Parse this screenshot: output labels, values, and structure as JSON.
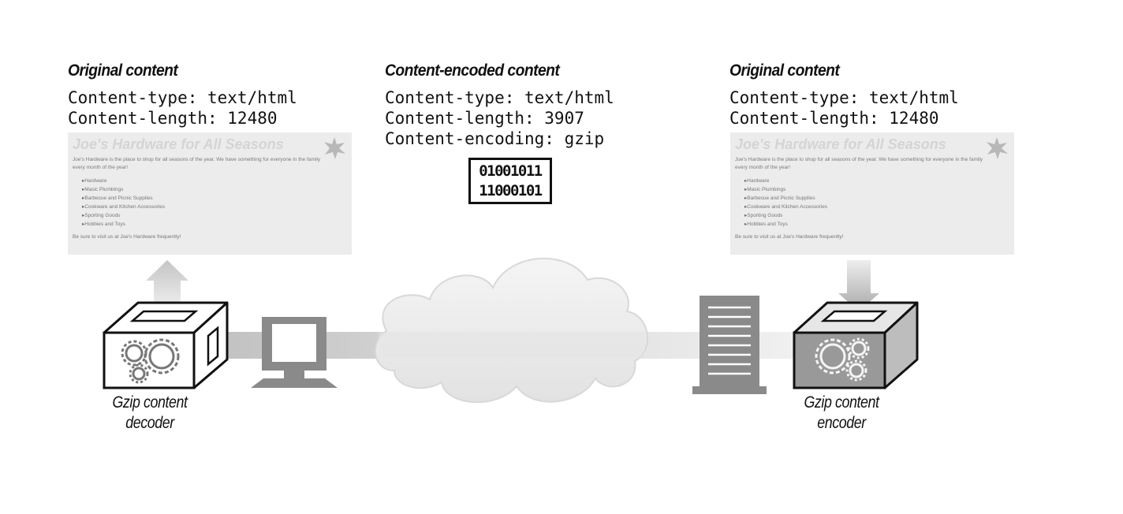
{
  "left_panel": {
    "heading": "Original content",
    "headers": [
      "Content-type: text/html",
      "Content-length: 12480"
    ]
  },
  "middle_panel": {
    "heading": "Content-encoded content",
    "headers": [
      "Content-type: text/html",
      "Content-length: 3907",
      "Content-encoding: gzip"
    ],
    "binary": [
      "01001011",
      "11000101"
    ]
  },
  "right_panel": {
    "heading": "Original content",
    "headers": [
      "Content-type: text/html",
      "Content-length: 12480"
    ]
  },
  "web_page": {
    "title": "Joe's Hardware for All Seasons",
    "intro": "Joe's Hardware is the place to shop for all seasons of the year. We have something for everyone in the family every month of the year!",
    "items": [
      "Hardware",
      "Masic Plumbings",
      "Barbecue and Picnic Supplies",
      "Cookware and Kitchen Accessories",
      "Sporting Goods",
      "Hobbies and Toys"
    ],
    "footer": "Be sure to visit us at Joe's Hardware frequently!"
  },
  "decoder": {
    "caption_line1": "Gzip content",
    "caption_line2": "decoder"
  },
  "encoder": {
    "caption_line1": "Gzip content",
    "caption_line2": "encoder"
  },
  "icons": [
    "gear-icon",
    "computer-icon",
    "cloud-icon",
    "server-icon",
    "arrow-up-icon",
    "arrow-down-icon",
    "leaf-icon"
  ]
}
